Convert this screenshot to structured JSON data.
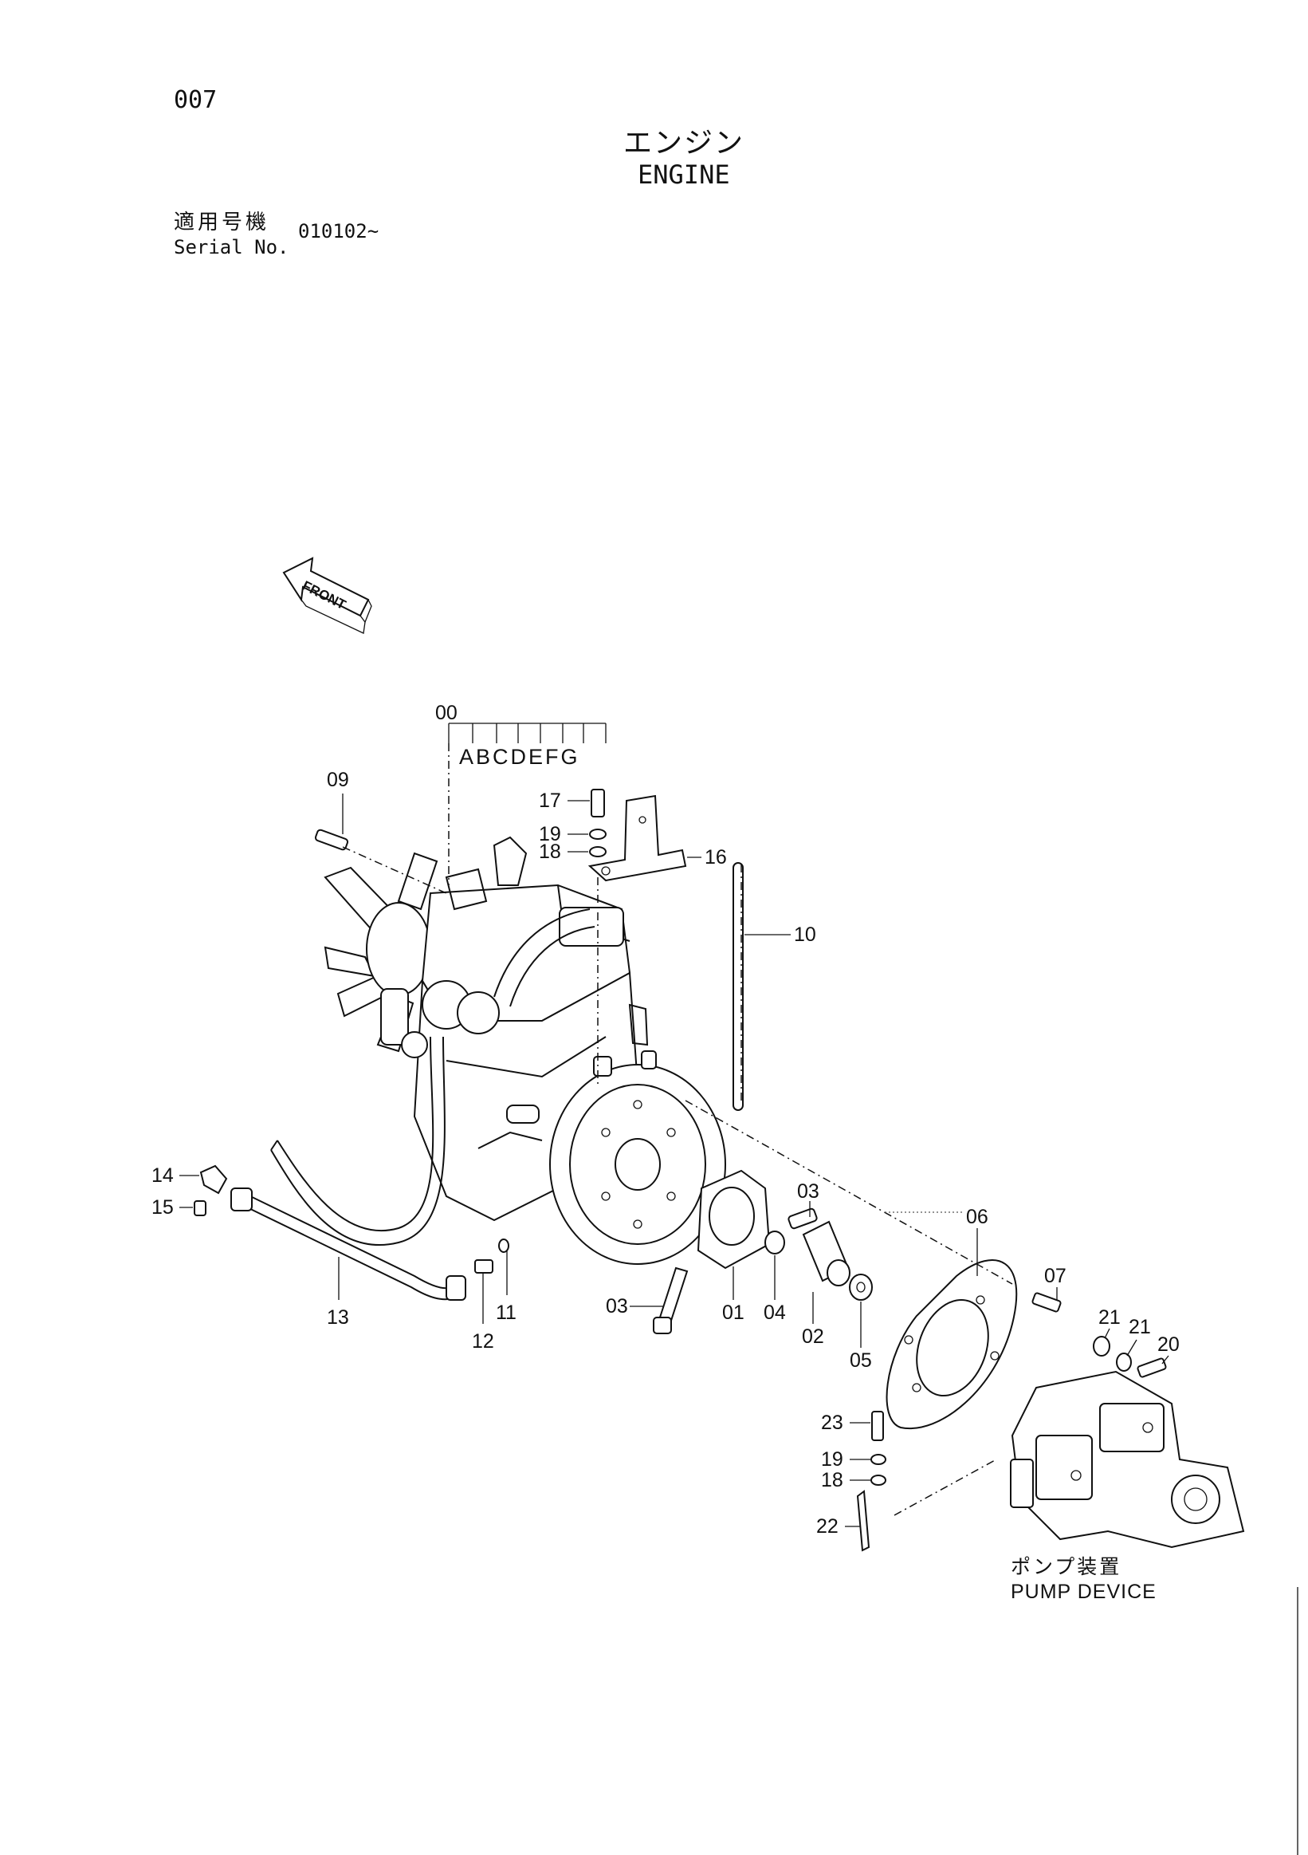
{
  "page_number": "007",
  "title_jp": "エンジン",
  "title_en": "ENGINE",
  "serial_label_jp": "適用号機",
  "serial_label_en": "Serial No.",
  "serial_value": "010102~",
  "front_label": "FRONT",
  "variants_label": "ABCDEFG",
  "pump_label_jp": "ポンプ装置",
  "pump_label_en": "PUMP DEVICE",
  "callouts": {
    "c00": "00",
    "c01": "01",
    "c02": "02",
    "c03a": "03",
    "c03b": "03",
    "c04": "04",
    "c05": "05",
    "c06": "06",
    "c07": "07",
    "c09": "09",
    "c10": "10",
    "c11": "11",
    "c12": "12",
    "c13": "13",
    "c14": "14",
    "c15": "15",
    "c16": "16",
    "c17": "17",
    "c18a": "18",
    "c18b": "18",
    "c19a": "19",
    "c19b": "19",
    "c20": "20",
    "c21a": "21",
    "c21b": "21",
    "c22": "22",
    "c23": "23"
  }
}
